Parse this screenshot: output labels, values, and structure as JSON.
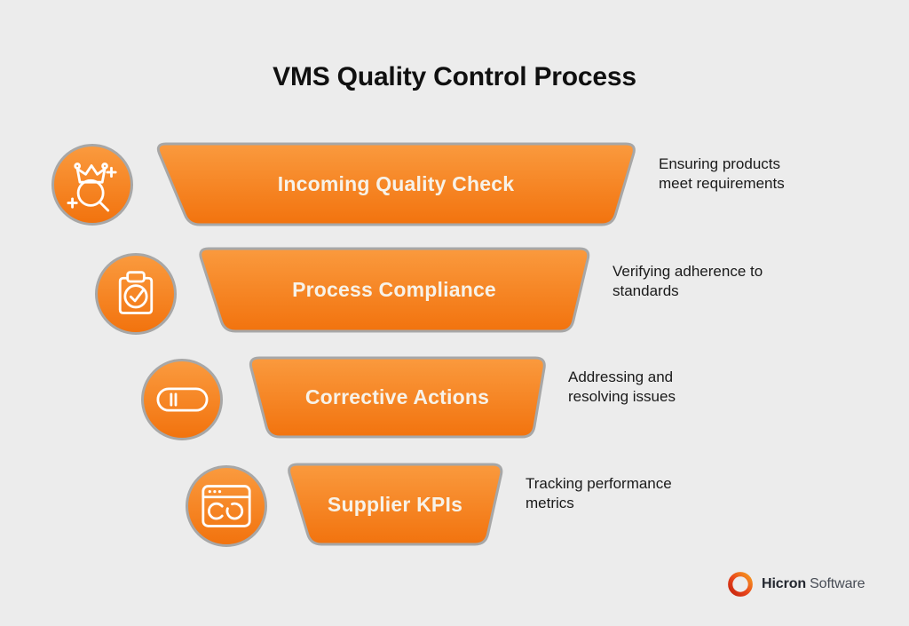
{
  "title": "VMS Quality Control Process",
  "colors": {
    "background": "#ECECEC",
    "funnel_gradient_top": "#FA9A3E",
    "funnel_gradient_bottom": "#F2730E",
    "shape_border": "#A7A7A7",
    "stage_label_text": "#F7F2E8",
    "description_text": "#1A1A1A",
    "logo_red": "#C5240E",
    "logo_orange": "#F79A1F"
  },
  "stages": [
    {
      "label": "Incoming Quality Check",
      "description": "Ensuring products\nmeet requirements",
      "icon": "crown-magnifier-icon"
    },
    {
      "label": "Process Compliance",
      "description": "Verifying adherence to\nstandards",
      "icon": "clipboard-check-icon"
    },
    {
      "label": "Corrective Actions",
      "description": "Addressing and\nresolving issues",
      "icon": "toggle-switch-icon"
    },
    {
      "label": "Supplier KPIs",
      "description": "Tracking performance\nmetrics",
      "icon": "browser-sync-icon"
    }
  ],
  "footer": {
    "brand_bold": "Hicron",
    "brand_regular": "Software"
  }
}
